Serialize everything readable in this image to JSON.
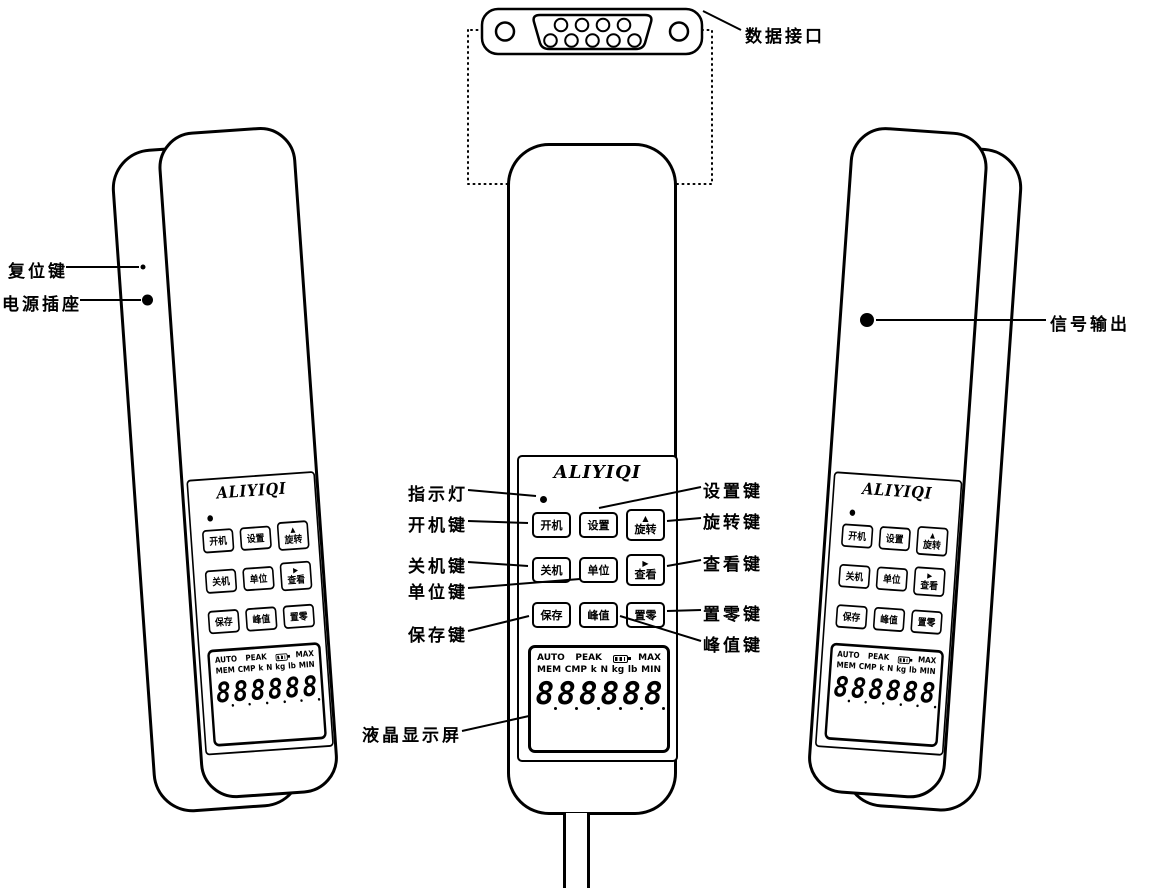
{
  "colors": {
    "line": "#000000",
    "background": "#ffffff"
  },
  "callouts": {
    "data_port": "数据接口",
    "reset": "复位键",
    "power_socket": "电源插座",
    "indicator": "指示灯",
    "power_on": "开机键",
    "settings": "设置键",
    "rotate": "旋转键",
    "power_off": "关机键",
    "unit": "单位键",
    "view": "查看键",
    "save": "保存键",
    "zero": "置零键",
    "peak": "峰值键",
    "lcd": "液晶显示屏",
    "signal_output": "信号输出"
  },
  "panel": {
    "brand": "ALIYIQI",
    "keys": [
      {
        "label": "开机"
      },
      {
        "label": "设置"
      },
      {
        "label": "旋转",
        "arrow": "▲"
      },
      {
        "label": "关机"
      },
      {
        "label": "单位"
      },
      {
        "label": "查看",
        "arrow": "▶"
      },
      {
        "label": "保存"
      },
      {
        "label": "峰值"
      },
      {
        "label": "置零"
      }
    ],
    "lcd": {
      "row1": {
        "auto": "AUTO",
        "peak": "PEAK",
        "battery_icon": "battery-icon",
        "max": "MAX"
      },
      "row2": {
        "mem": "MEM",
        "cmp": "CMP",
        "k": "k",
        "n": "N",
        "kg": "kg",
        "lb": "lb",
        "min": "MIN"
      },
      "digits": [
        "8",
        "8",
        "8",
        "8",
        "8",
        "8"
      ]
    }
  }
}
